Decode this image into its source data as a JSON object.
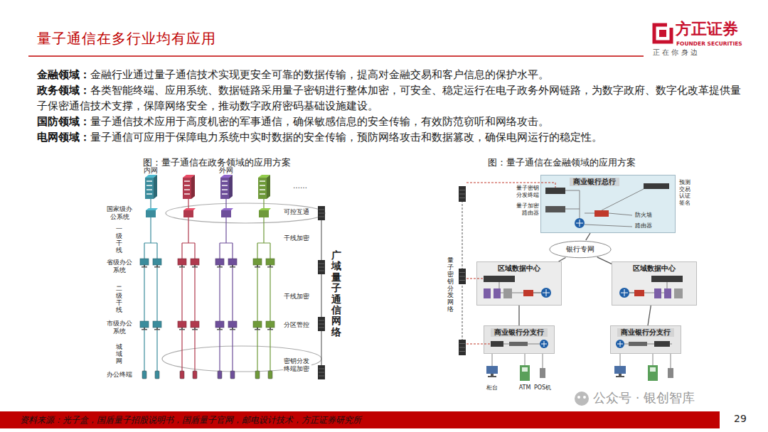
{
  "diagram": {
    "title": "量子通信在多行业均有应用",
    "nodes": [
      {
        "text": [
          "商业银行总行"
        ]
      },
      {
        "text": [
          "银行专网"
        ]
      },
      {
        "text": [
          "区域数据中心"
        ]
      },
      {
        "text": [
          "区域数据中心"
        ]
      },
      {
        "text": [
          "商业银行分支行"
        ]
      },
      {
        "text": [
          "商业银行分支行"
        ]
      }
    ],
    "edges": [
      {
        "from": 0,
        "to": 1,
        "arrow": "none"
      },
      {
        "from": 1,
        "to": 2,
        "arrow": "none"
      },
      {
        "from": 1,
        "to": 3,
        "arrow": "none"
      },
      {
        "from": 2,
        "to": 4,
        "arrow": "none"
      },
      {
        "from": 3,
        "to": 5,
        "arrow": "none"
      }
    ],
    "labels": [
      "方正证券",
      "FOUNDER SECURITIES",
      "正 在 你 身 边",
      "金融领域：",
      "金融行业通过量子通信技术实现更安全可靠的数据传输，提高对金融交易和客户信息的保护水平。",
      "政务领域：",
      "各类智能终端、应用系统、数据链路采用量子密钥进行整体加密，可安全、稳定运行在电子政务外网链路，为数字政府、数字化改革提供量子保密通信技术支撑，保障网络安全，推动数字政府密码基础设施建设。",
      "国防领域：",
      "量子通信技术应用于高度机密的军事通信，确保敏感信息的安全传输，有效防范窃听和网络攻击。",
      "电网领域：",
      "量子通信可应用于保障电力系统中实时数据的安全传输，预防网络攻击和数据篡改，确保电网运行的稳定性。",
      "图：量子通信在政务领域的应用方案",
      "图：量子通信在金融领域的应用方案",
      "内网",
      "外网",
      "……",
      "国家级办公系统",
      "一级干线",
      "省级办公系统",
      "二级干线",
      "市级办公系统",
      "城域网",
      "办公终端",
      "可控互通",
      "干线加密",
      "干线加密",
      "分区管控",
      "密钥分发终端加密",
      "广域量子通信网络",
      "量子密钥分发网络",
      "量子密钥分发终端",
      "量子加密路由器",
      "预测交易认证签名",
      "防火墙",
      "路由器",
      "柜台",
      "ATM",
      "POS机",
      "资料来源：光子盒，国盾量子招股说明书，国盾量子官网，邮电设计技术，方正证券研究所",
      "29",
      "公众号 · 银创智库"
    ]
  }
}
